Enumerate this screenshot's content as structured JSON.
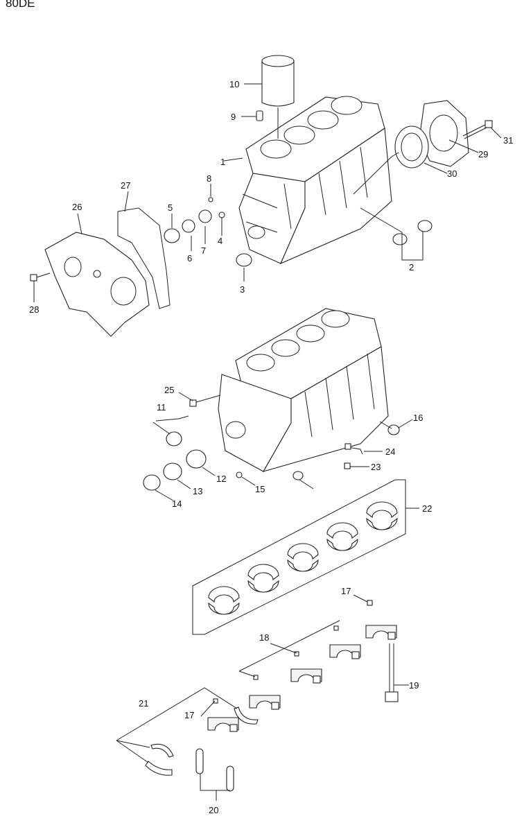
{
  "header": {
    "model_text": "80DE"
  },
  "callouts": [
    "1",
    "2",
    "3",
    "4",
    "5",
    "6",
    "7",
    "8",
    "9",
    "10",
    "11",
    "12",
    "13",
    "14",
    "15",
    "16",
    "17",
    "18",
    "19",
    "20",
    "21",
    "22",
    "23",
    "24",
    "25",
    "26",
    "27",
    "28",
    "29",
    "30",
    "31"
  ],
  "icons": {
    "parts": "engine-part-drawing"
  }
}
